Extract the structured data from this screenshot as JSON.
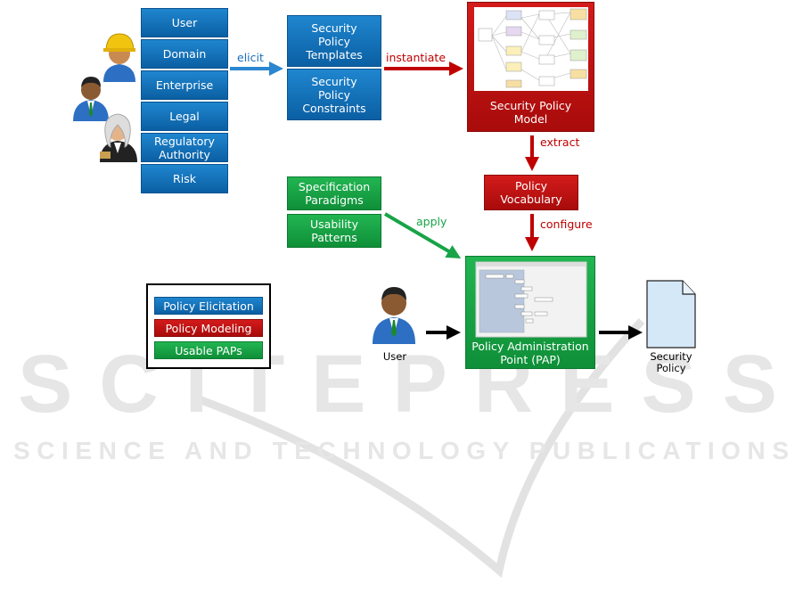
{
  "stakeholders": [
    "User",
    "Domain",
    "Enterprise",
    "Legal",
    "Regulatory Authority",
    "Risk"
  ],
  "templates": {
    "security_policy_templates": "Security Policy Templates",
    "security_policy_constraints": "Security Policy Constraints"
  },
  "model": {
    "label": "Security Policy Model"
  },
  "vocabulary": {
    "label": "Policy Vocabulary"
  },
  "paradigms": {
    "specification": "Specification Paradigms",
    "usability": "Usability Patterns"
  },
  "pap": {
    "label": "Policy Administration Point (PAP)"
  },
  "user": {
    "label": "User"
  },
  "security_policy": {
    "label": "Security Policy"
  },
  "arrows": {
    "elicit": "elicit",
    "instantiate": "instantiate",
    "extract": "extract",
    "configure": "configure",
    "apply": "apply"
  },
  "legend": {
    "elicitation": "Policy Elicitation",
    "modeling": "Policy Modeling",
    "usable": "Usable PAPs"
  },
  "watermark": {
    "line1": "SCITEPRESS",
    "line2": "SCIENCE AND TECHNOLOGY PUBLICATIONS"
  },
  "colors": {
    "blue": "#0b6cb6",
    "red": "#c00000",
    "green": "#17a447",
    "black": "#000000"
  }
}
